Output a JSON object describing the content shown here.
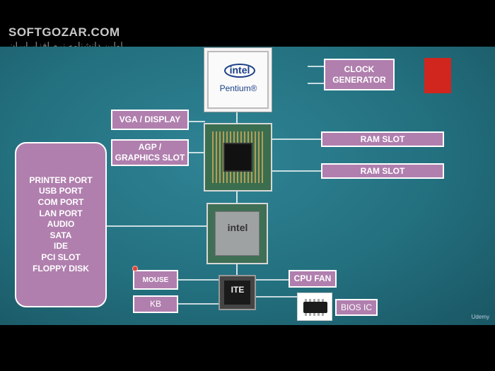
{
  "watermark": {
    "title": "SOFTGOZAR.COM",
    "subtitle": "اولین دانشنامه نرم افزار ایران"
  },
  "cpu": {
    "logo": "intel",
    "model": "Pentium®"
  },
  "northbridge": {},
  "southbridge": {
    "logo": "intel"
  },
  "superio": {
    "logo": "ITE"
  },
  "boxes": {
    "clock_generator": "CLOCK\nGENERATOR",
    "vga_display": "VGA / DISPLAY",
    "agp_graphics": "AGP /\nGRAPHICS SLOT",
    "ram_slot_1": "RAM SLOT",
    "ram_slot_2": "RAM  SLOT",
    "mouse": "MOUSE",
    "kb": "KB",
    "cpu_fan": "CPU FAN",
    "bios_ic": "BIOS IC"
  },
  "ports": [
    "PRINTER PORT",
    "USB PORT",
    "COM PORT",
    "LAN PORT",
    "AUDIO",
    "SATA",
    "IDE",
    "PCI SLOT",
    "FLOPPY DISK"
  ],
  "footer": {
    "brand": "Udemy"
  },
  "colors": {
    "box_fill": "#b07fae",
    "box_border": "#ffffff",
    "background": "#23707f",
    "accent_red": "#d0261e",
    "line": "#ffffff"
  }
}
